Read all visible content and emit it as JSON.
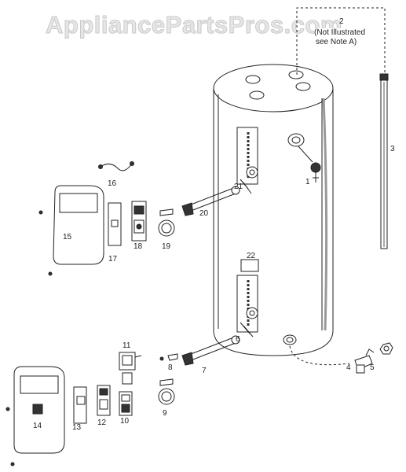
{
  "watermark": "AppliancePartsPros.com",
  "note": {
    "number": "2",
    "line1": "(Not Illustrated",
    "line2": "see Note A)"
  },
  "callouts": {
    "c1": "1",
    "c3": "3",
    "c4": "4",
    "c5": "5",
    "c6": "6",
    "c7": "7",
    "c8": "8",
    "c9": "9",
    "c10": "10",
    "c11": "11",
    "c12": "12",
    "c13": "13",
    "c14": "14",
    "c15": "15",
    "c16": "16",
    "c17": "17",
    "c18": "18",
    "c19": "19",
    "c20": "20",
    "c21": "21",
    "c22": "22"
  }
}
